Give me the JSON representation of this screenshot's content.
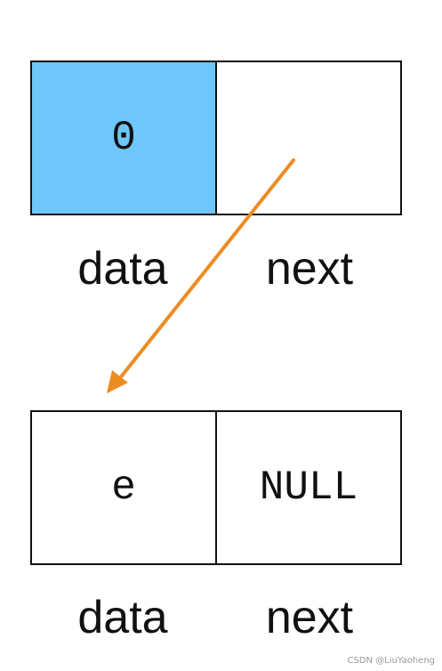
{
  "colors": {
    "data_fill": "#6ec6fb",
    "arrow": "#ec8c22",
    "border": "#111111"
  },
  "nodes": [
    {
      "data_value": "0",
      "next_value": "",
      "data_label": "data",
      "next_label": "next"
    },
    {
      "data_value": "e",
      "next_value": "NULL",
      "data_label": "data",
      "next_label": "next"
    }
  ],
  "arrow": {
    "from": "nodes.0.next",
    "to": "nodes.1",
    "icon": "arrow-icon"
  },
  "watermark": "CSDN @LiuYaoheng"
}
